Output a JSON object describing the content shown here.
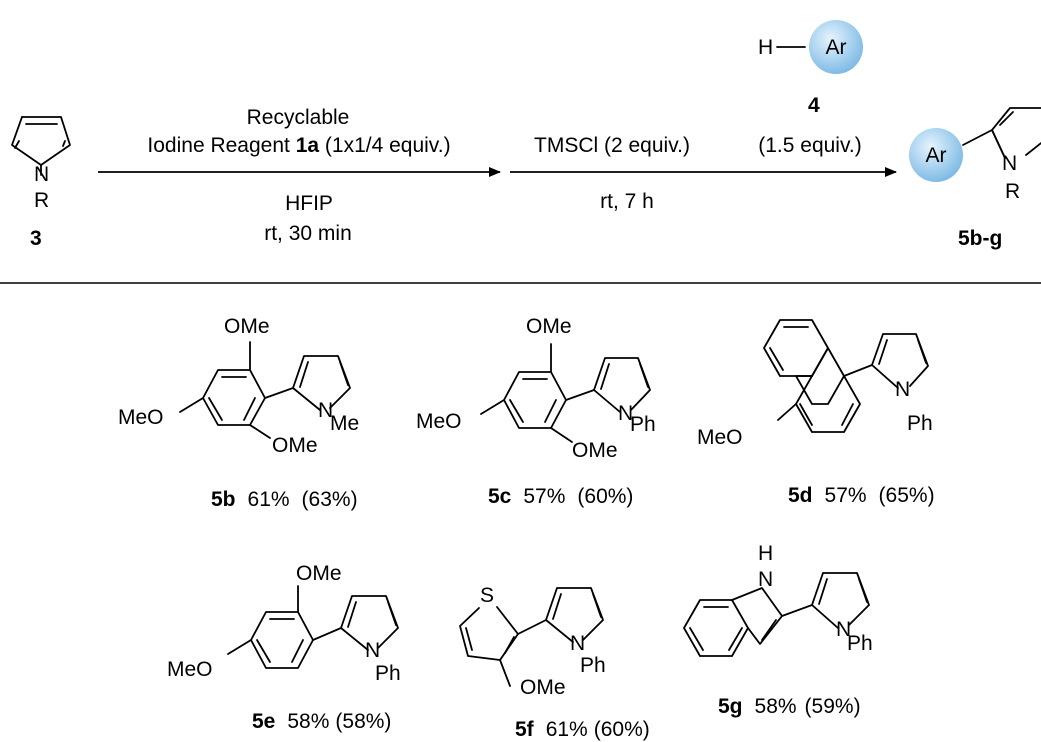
{
  "reaction": {
    "start_label": "3",
    "start_n": "N",
    "start_r": "R",
    "step1": {
      "line1": "Recyclable",
      "line2_pre": "Iodine Reagent ",
      "line2_bold": "1a",
      "line2_post": " (1x1/4 equiv.)",
      "cond1": "HFIP",
      "cond2": "rt, 30 min"
    },
    "step2": {
      "reagent": "TMSCl (2 equiv.)",
      "cond": "rt, 7 h"
    },
    "arene": {
      "h": "H",
      "ar": "Ar",
      "label": "4",
      "equiv": "(1.5 equiv.)"
    },
    "product": {
      "ar": "Ar",
      "n": "N",
      "r": "R",
      "label": "5b-g"
    }
  },
  "products": [
    {
      "id": "5b",
      "yield": "61%",
      "paren": "(63%)",
      "sub_top": "OMe",
      "sub_left": "MeO",
      "sub_bottom": "OMe",
      "n": "N",
      "nsub": "Me"
    },
    {
      "id": "5c",
      "yield": "57%",
      "paren": "(60%)",
      "sub_top": "OMe",
      "sub_left": "MeO",
      "sub_bottom": "OMe",
      "n": "N",
      "nsub": "Ph"
    },
    {
      "id": "5d",
      "yield": "57%",
      "paren": "(65%)",
      "sub_left": "MeO",
      "n": "N",
      "nsub": "Ph"
    },
    {
      "id": "5e",
      "yield": "58%",
      "paren": "(58%)",
      "sub_top": "OMe",
      "sub_left": "MeO",
      "n": "N",
      "nsub": "Ph"
    },
    {
      "id": "5f",
      "yield": "61%",
      "paren": "(60%)",
      "s": "S",
      "sub_bottom": "OMe",
      "n": "N",
      "nsub": "Ph"
    },
    {
      "id": "5g",
      "yield": "58%",
      "paren": "(59%)",
      "nh": "H",
      "n_indole": "N",
      "n": "N",
      "nsub": "Ph"
    }
  ],
  "colors": {
    "ar_circle_light": "#d6ecfb",
    "ar_circle_dark": "#7fbde8",
    "ink": "#000000"
  }
}
